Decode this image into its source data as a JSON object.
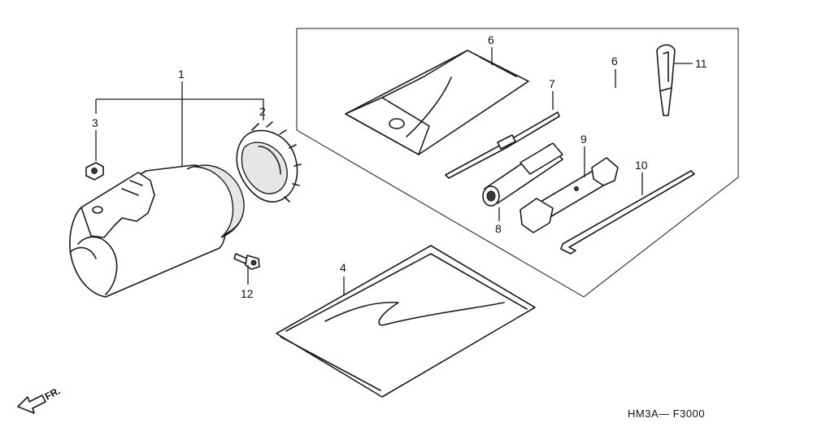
{
  "diagram": {
    "callouts": {
      "p1": "1",
      "p2": "2",
      "p3": "3",
      "p4": "4",
      "p6a": "6",
      "p6b": "6",
      "p7": "7",
      "p8": "8",
      "p9": "9",
      "p10": "10",
      "p11": "11",
      "p12": "12"
    },
    "direction_label": "FR.",
    "figure_code": "HM3A— F3000"
  }
}
